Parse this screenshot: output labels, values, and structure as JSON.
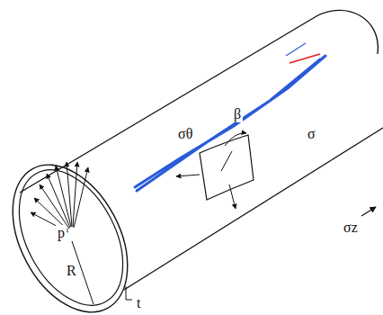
{
  "diagram": {
    "labels": [
      "σθ",
      "β",
      "σ",
      "p",
      "R",
      "t",
      "σz"
    ]
  }
}
